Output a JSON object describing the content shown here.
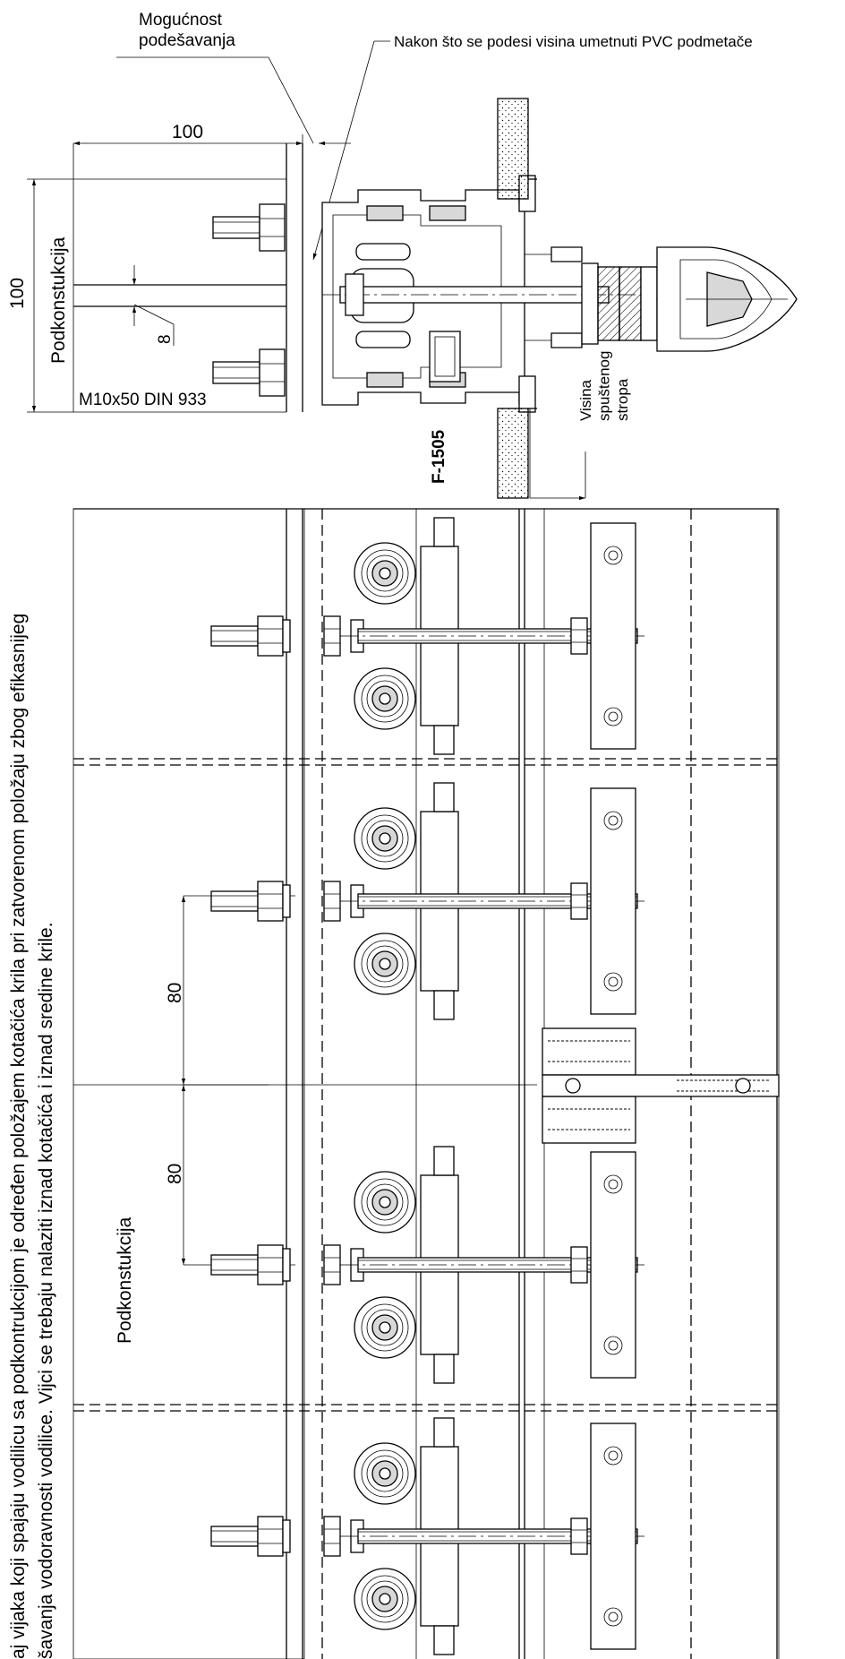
{
  "labels": {
    "adjust_possibility": "Mogućnost\npodešavanja",
    "pvc_shim_note": "Nakon što se podesi visina umetnuti PVC podmetače",
    "dim_100_horizontal": "100",
    "dim_100_vertical": "100",
    "dim_8": "8",
    "substructure_top": "Podkonstukcija",
    "bolt_spec": "M10x50 DIN 933",
    "profile_code": "F-1505",
    "ceiling_height": "Visina\nspuštenog\nstropa",
    "note_line_1": "aj vijaka koji spajaju vodilicu sa podkontrukcijom je određen položajem kotačića krila pri zatvorenom položaju zbog efikasnijeg",
    "note_line_2": "šavanja vodoravnosti vodilice. Vijci se trebaju nalaziti iznad kotačića i iznad sredine krile.",
    "dim_80_upper": "80",
    "dim_80_lower": "80",
    "substructure_bottom": "Podkonstukcija"
  },
  "roller_assemblies": [
    {
      "id": "roller-1"
    },
    {
      "id": "roller-2"
    },
    {
      "id": "roller-3"
    },
    {
      "id": "roller-4"
    }
  ]
}
